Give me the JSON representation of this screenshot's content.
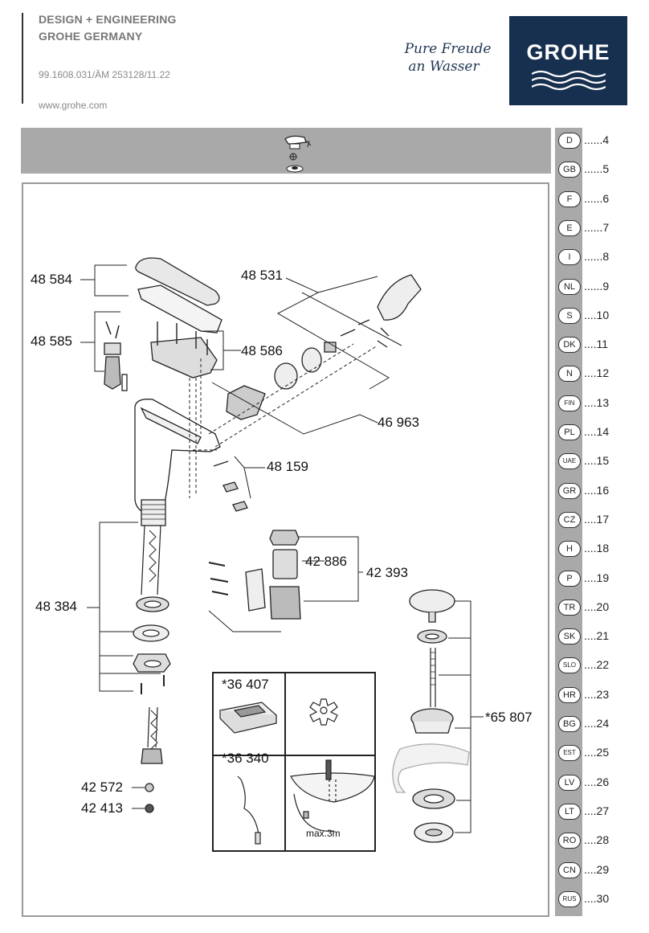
{
  "header": {
    "line1": "DESIGN + ENGINEERING",
    "line2": "GROHE GERMANY",
    "doc_code": "99.1608.031/ÄM 253128/11.22",
    "website": "www.grohe.com",
    "slogan_line1": "Pure Freude",
    "slogan_line2": "an Wasser",
    "logo_text": "GROHE"
  },
  "languages": [
    {
      "code": "D",
      "page": "......4"
    },
    {
      "code": "GB",
      "page": "......5"
    },
    {
      "code": "F",
      "page": "......6"
    },
    {
      "code": "E",
      "page": "......7"
    },
    {
      "code": "I",
      "page": "......8"
    },
    {
      "code": "NL",
      "page": "......9"
    },
    {
      "code": "S",
      "page": "....10"
    },
    {
      "code": "DK",
      "page": "....11"
    },
    {
      "code": "N",
      "page": "....12"
    },
    {
      "code": "FIN",
      "page": "....13"
    },
    {
      "code": "PL",
      "page": "....14"
    },
    {
      "code": "UAE",
      "page": "....15"
    },
    {
      "code": "GR",
      "page": "....16"
    },
    {
      "code": "CZ",
      "page": "....17"
    },
    {
      "code": "H",
      "page": "....18"
    },
    {
      "code": "P",
      "page": "....19"
    },
    {
      "code": "TR",
      "page": "....20"
    },
    {
      "code": "SK",
      "page": "....21"
    },
    {
      "code": "SLO",
      "page": "....22"
    },
    {
      "code": "HR",
      "page": "....23"
    },
    {
      "code": "BG",
      "page": "....24"
    },
    {
      "code": "EST",
      "page": "....25"
    },
    {
      "code": "LV",
      "page": "....26"
    },
    {
      "code": "LT",
      "page": "....27"
    },
    {
      "code": "RO",
      "page": "....28"
    },
    {
      "code": "CN",
      "page": "....29"
    },
    {
      "code": "RUS",
      "page": "....30"
    }
  ],
  "parts": {
    "p48584": "48 584",
    "p48531": "48 531",
    "p48585": "48 585",
    "p48586": "48 586",
    "p46963": "46 963",
    "p48159": "48 159",
    "p42886": "42 886",
    "p42393": "42 393",
    "p48384": "48 384",
    "p65807": "*65 807",
    "p42572": "42 572",
    "p42413": "42 413"
  },
  "inset": {
    "p36407": "*36 407",
    "p36340": "*36 340",
    "max_label": "max.3m"
  },
  "colors": {
    "logo_bg": "#17304f",
    "gray_band": "#a9a9a9"
  }
}
